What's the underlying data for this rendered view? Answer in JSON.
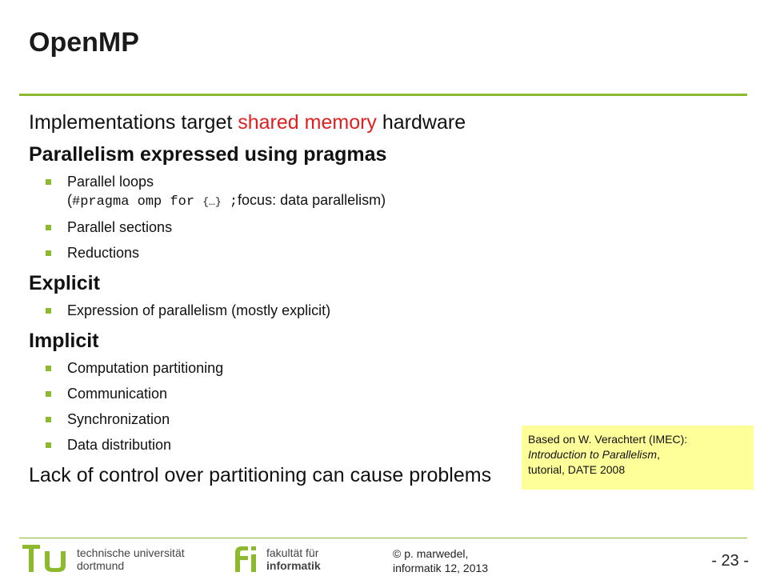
{
  "slide": {
    "title": "OpenMP",
    "line1": {
      "prefix": "Implementations target ",
      "highlight": "shared memory",
      "suffix": " hardware"
    },
    "heading_pragmas": "Parallelism expressed using pragmas",
    "pragma_items": {
      "loops_label": "Parallel loops",
      "loops_open": "(",
      "loops_code": "#pragma omp for ",
      "loops_code_small": "{…}",
      "loops_semicolon": " ;",
      "loops_focus": "focus: data parallelism)",
      "sections": "Parallel sections",
      "reductions": "Reductions"
    },
    "heading_explicit": "Explicit",
    "explicit_items": [
      "Expression of parallelism (mostly explicit)"
    ],
    "heading_implicit": "Implicit",
    "implicit_items": [
      "Computation partitioning",
      "Communication",
      "Synchronization",
      "Data distribution"
    ],
    "closing_line": "Lack of control over partitioning can cause problems"
  },
  "note": {
    "line1": "Based on W. Verachtert (IMEC):",
    "line2": "Introduction to Parallelism",
    "line2_suffix": ",",
    "line3": "tutorial,  DATE 2008"
  },
  "footer": {
    "tu_line1": "technische universität",
    "tu_line2": "dortmund",
    "fi_line1": "fakultät für",
    "fi_line2": "informatik",
    "author_line1": "© p. marwedel,",
    "author_line2": "informatik 12,  2013",
    "page_number": "- 23 -"
  },
  "colors": {
    "accent_green": "#8db92e",
    "highlight_red": "#e02020",
    "note_yellow": "#ffff99"
  }
}
